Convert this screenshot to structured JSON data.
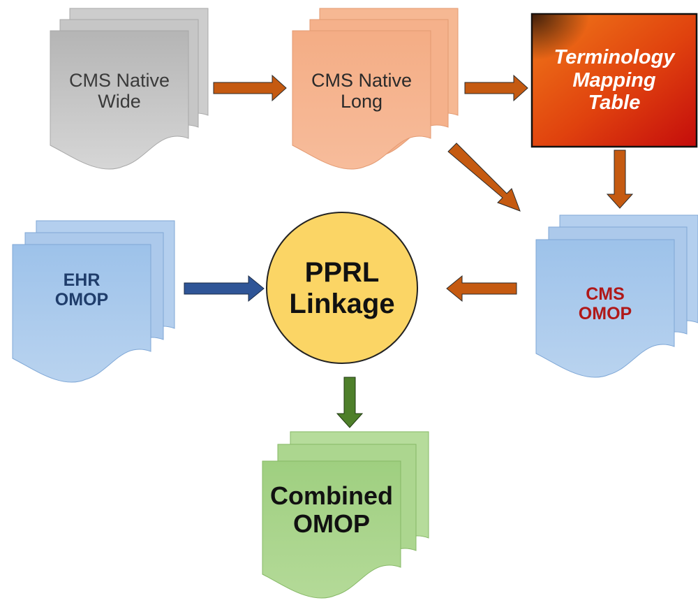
{
  "nodes": {
    "cms_native_wide": {
      "line1": "CMS Native",
      "line2": "Wide"
    },
    "cms_native_long": {
      "line1": "CMS Native",
      "line2": "Long"
    },
    "terminology_mapping_table": {
      "line1": "Terminology",
      "line2": "Mapping",
      "line3": "Table"
    },
    "ehr_omop": {
      "line1": "EHR",
      "line2": "OMOP"
    },
    "pprl_linkage": {
      "line1": "PPRL",
      "line2": "Linkage"
    },
    "cms_omop": {
      "line1": "CMS",
      "line2": "OMOP"
    },
    "combined_omop": {
      "line1": "Combined",
      "line2": "OMOP"
    }
  },
  "edges": [
    {
      "from": "CMS Native Wide",
      "to": "CMS Native Long"
    },
    {
      "from": "CMS Native Long",
      "to": "Terminology Mapping Table"
    },
    {
      "from": "CMS Native Long",
      "to": "CMS OMOP"
    },
    {
      "from": "Terminology Mapping Table",
      "to": "CMS OMOP"
    },
    {
      "from": "EHR OMOP",
      "to": "PPRL Linkage"
    },
    {
      "from": "CMS OMOP",
      "to": "PPRL Linkage"
    },
    {
      "from": "PPRL Linkage",
      "to": "Combined OMOP"
    }
  ],
  "colors": {
    "gray_doc": "#c9c9c9",
    "orange_doc": "#f5b08a",
    "blue_doc": "#a9c9ec",
    "green_doc": "#a9d38c",
    "pprl_circle": "#fbd565",
    "arrow_orange": "#c55a11",
    "arrow_blue": "#2f5597",
    "arrow_green": "#4e7f2a"
  }
}
